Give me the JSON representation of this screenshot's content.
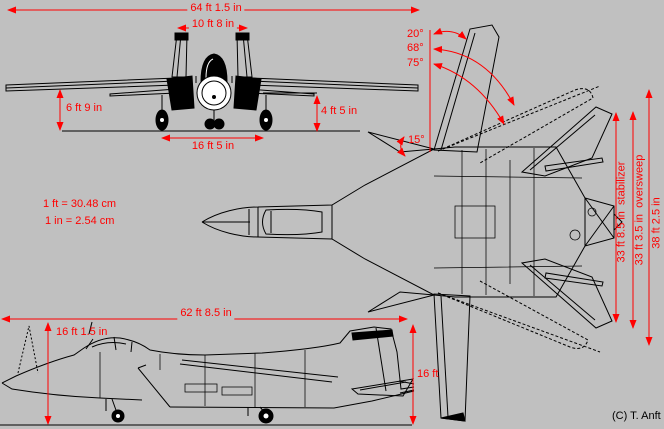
{
  "colors": {
    "background": "#c0c0c0",
    "dimension_red": "#ff0000",
    "line_black": "#000000"
  },
  "front_view": {
    "wingspan_label": "64 ft 1.5 in",
    "fin_span_label": "10 ft 8 in",
    "left_height_label": "6 ft 9 in",
    "right_height_label": "4 ft 5 in",
    "wheel_track_label": "16 ft 5 in"
  },
  "plan_view": {
    "sweep_20_label": "20°",
    "sweep_68_label": "68°",
    "sweep_75_label": "75°",
    "glove_angle_label": "15°",
    "stabilizer_span_label": "33 ft 8.5 in  stabilizer",
    "oversweep_span_label": "33 ft 3.5 in  oversweep",
    "wing_span_label": "38 ft 2.5 in"
  },
  "side_view": {
    "length_label": "62 ft 8.5 in",
    "height_label": "16 ft 1.5 in",
    "tail_height_label": "16 ft"
  },
  "notes": {
    "conversion_ft": "1 ft = 30.48 cm",
    "conversion_in": "1 in = 2.54 cm"
  },
  "credit": "(C) T. Anft"
}
